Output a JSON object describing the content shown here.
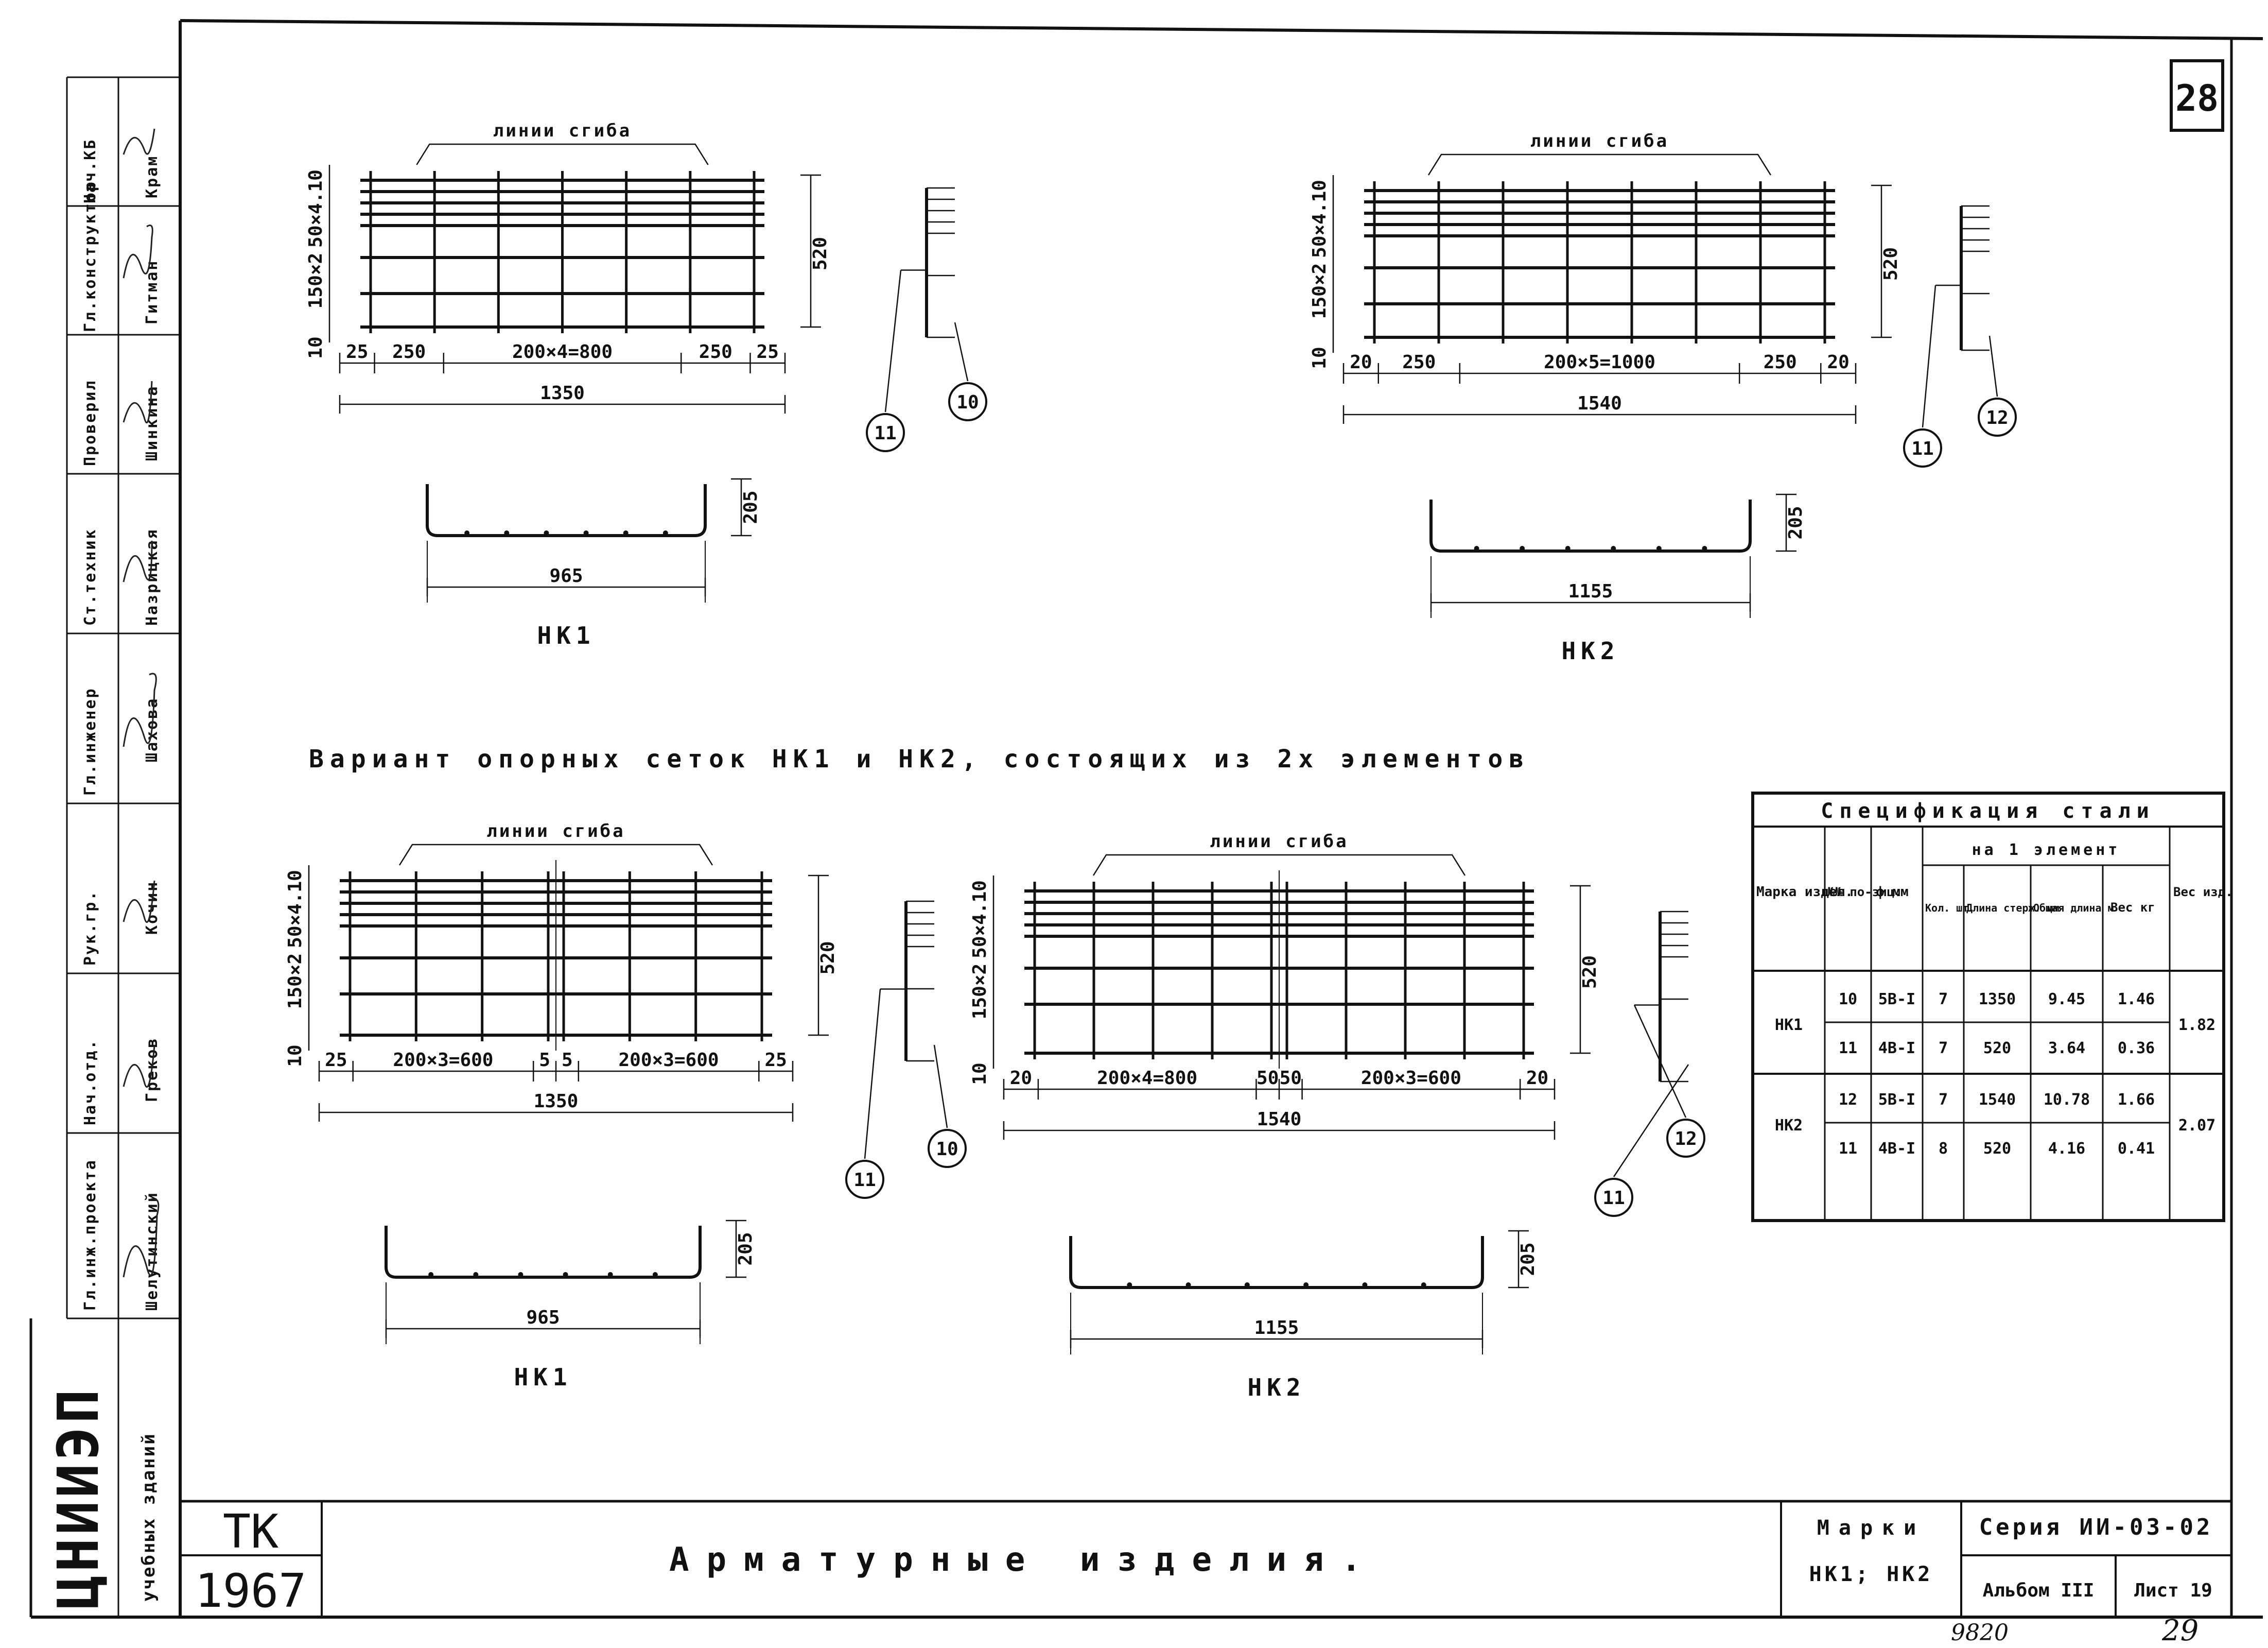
{
  "sheet_number": "28",
  "caption": "Вариант опорных сеток НК1 и НК2, состоящих из 2х элементов",
  "title": "Арматурные изделия.",
  "handwritten": {
    "left": "9820",
    "right": "29"
  },
  "title_block": {
    "org": "ЦНИИЭП",
    "org_sub": "учебных зданий",
    "tk": "ТК",
    "year": "1967",
    "marks_label": "Марки",
    "marks_value": "НК1; НК2",
    "series": "Серия ИИ-03-02",
    "album": "Альбом III",
    "list": "Лист 19"
  },
  "stamp": {
    "roles": [
      "Нач.КБ",
      "Гл.конструктор",
      "Проверил",
      "Ст.техник",
      "Гл.инженер",
      "Рук.гр.",
      "Нач.отд.",
      "Гл.инж.проекта"
    ],
    "names": [
      "Крам",
      "Гитман",
      "Шинкина",
      "Назрицкая",
      "Шахова",
      "Кочин",
      "Греков",
      "Шелутинский"
    ]
  },
  "drawings": {
    "nk1": {
      "label": "НК1",
      "bend_label": "линии сгиба",
      "height": "520",
      "pitch_left": "10",
      "pitch_mid": "150×2",
      "pitch_top": "50×4.10",
      "seg": [
        "25",
        "250",
        "200×4=800",
        "250",
        "25"
      ],
      "total": "1350",
      "bent_width": "965",
      "bent_height": "205",
      "pos_a": "11",
      "pos_b": "10"
    },
    "nk2": {
      "label": "НК2",
      "bend_label": "линии сгиба",
      "height": "520",
      "pitch_left": "10",
      "pitch_mid": "150×2",
      "pitch_top": "50×4.10",
      "seg": [
        "20",
        "250",
        "200×5=1000",
        "250",
        "20"
      ],
      "total": "1540",
      "bent_width": "1155",
      "bent_height": "205",
      "pos_a": "11",
      "pos_b": "12"
    },
    "nk1_var": {
      "label": "НК1",
      "bend_label": "линии сгиба",
      "height": "520",
      "pitch_left": "10",
      "pitch_mid": "150×2",
      "pitch_top": "50×4.10",
      "seg": [
        "25",
        "200×3=600",
        "5",
        "5",
        "200×3=600",
        "25"
      ],
      "total": "1350",
      "bent_width": "965",
      "bent_height": "205",
      "pos_a": "11",
      "pos_b": "10"
    },
    "nk2_var": {
      "label": "НК2",
      "bend_label": "линии сгиба",
      "height": "520",
      "pitch_left": "10",
      "pitch_mid": "150×2",
      "pitch_top": "50×4.10",
      "seg": [
        "20",
        "200×4=800",
        "50",
        "50",
        "200×3=600",
        "20"
      ],
      "total": "1540",
      "bent_width": "1155",
      "bent_height": "205",
      "pos_a": "12",
      "pos_b": "11"
    }
  },
  "spec": {
    "title": "Спецификация стали",
    "headers": {
      "mark": "Марка издел.",
      "pos": "№№ по-зиц.",
      "dia": "ф мм",
      "group": "на 1 элемент",
      "qty": "Кол. шт.",
      "len": "Длина стерж. мм",
      "total_len": "Общая длина м",
      "weight": "Вес кг",
      "item_weight": "Вес изд."
    },
    "rows": [
      {
        "mark": "НК1",
        "pos": "10",
        "dia": "5В-I",
        "qty": "7",
        "len": "1350",
        "total_len": "9.45",
        "weight": "1.46",
        "item_weight": "1.82"
      },
      {
        "mark": "",
        "pos": "11",
        "dia": "4В-I",
        "qty": "7",
        "len": "520",
        "total_len": "3.64",
        "weight": "0.36",
        "item_weight": ""
      },
      {
        "mark": "НК2",
        "pos": "12",
        "dia": "5В-I",
        "qty": "7",
        "len": "1540",
        "total_len": "10.78",
        "weight": "1.66",
        "item_weight": "2.07"
      },
      {
        "mark": "",
        "pos": "11",
        "dia": "4В-I",
        "qty": "8",
        "len": "520",
        "total_len": "4.16",
        "weight": "0.41",
        "item_weight": ""
      }
    ]
  }
}
